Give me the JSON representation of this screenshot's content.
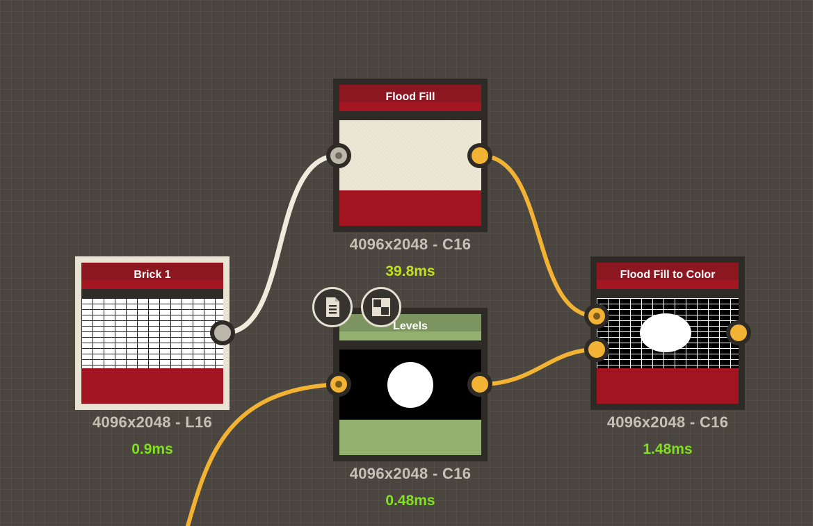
{
  "nodes": {
    "brick": {
      "title": "Brick 1",
      "resolution": "4096x2048 - L16",
      "time": "0.9ms"
    },
    "flood_fill": {
      "title": "Flood Fill",
      "resolution": "4096x2048 - C16",
      "time": "39.8ms"
    },
    "levels": {
      "title": "Levels",
      "resolution": "4096x2048 - C16",
      "time": "0.48ms"
    },
    "flood_fill_to_color": {
      "title": "Flood Fill to Color",
      "resolution": "4096x2048 - C16",
      "time": "1.48ms"
    }
  },
  "toolbar": {
    "icons": [
      "document-list-icon",
      "checker-preview-icon"
    ]
  },
  "colors": {
    "background": "#4a453f",
    "header_red": "#8c1720",
    "footer_red": "#a21420",
    "header_green": "#7b9460",
    "footer_green": "#93b06f",
    "wire_cream": "#f0ebdd",
    "wire_orange": "#f2b233",
    "time_green": "#7fe21d",
    "time_yellow": "#bfe218",
    "selected_border": "#e9e3d3"
  }
}
